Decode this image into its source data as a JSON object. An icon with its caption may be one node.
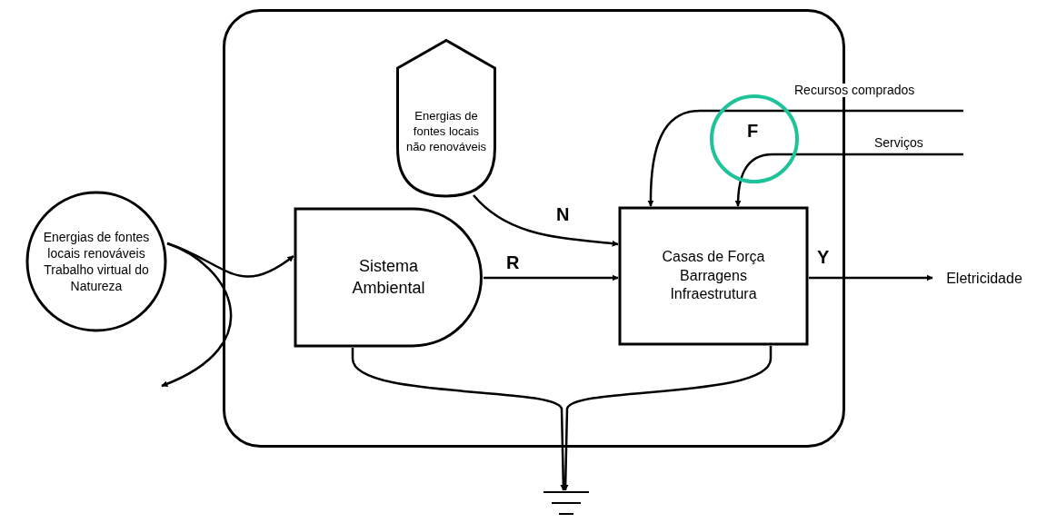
{
  "diagram": {
    "nodes": [
      {
        "text": [],
        "shape": "box"
      },
      {
        "text": [
          "Energias de fontes locais renováveis Trabalho virtual do Natureza"
        ]
      },
      {
        "text": [
          "Energias de fontes locais não renováveis"
        ],
        "in": 0
      },
      {
        "text": [
          "Sistema Ambiental"
        ],
        "in": 0
      },
      {
        "text": [
          "Casas de Força Barragens Infraestrutura"
        ],
        "in": 0
      },
      {
        "text": [
          "Eletricidade"
        ]
      },
      {
        "text": [],
        "shape": "ground"
      }
    ],
    "edges": [
      {
        "from": 1,
        "to": 3,
        "arrow": "to"
      },
      {
        "from": 1,
        "to": null,
        "arrow": "to"
      },
      {
        "from": 2,
        "to": 4,
        "label": "N",
        "arrow": "to"
      },
      {
        "from": 3,
        "to": 4,
        "label": "R",
        "arrow": "to"
      },
      {
        "from": null,
        "to": 4,
        "label": "Recursos comprados",
        "arrow": "to"
      },
      {
        "from": null,
        "to": 4,
        "label": "Serviços",
        "arrow": "to"
      },
      {
        "from": 4,
        "to": 5,
        "label": "Y",
        "arrow": "to"
      },
      {
        "from": 3,
        "to": 6,
        "arrow": "to"
      },
      {
        "from": 4,
        "to": 6,
        "arrow": "to"
      }
    ],
    "labels": [
      "F"
    ]
  }
}
